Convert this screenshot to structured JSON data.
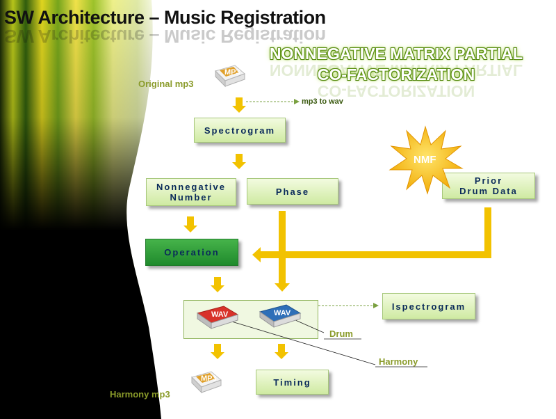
{
  "slide": {
    "title": "SW Architecture – Music Registration",
    "banner_line1": "NONNEGATIVE MATRIX PARTIAL",
    "banner_line2": "CO-FACTORIZATION"
  },
  "labels": {
    "original_mp3": "Original mp3",
    "mp3_to_wav": "mp3 to wav",
    "drum": "Drum",
    "harmony": "Harmony",
    "harmony_mp3": "Harmony mp3"
  },
  "boxes": {
    "spectrogram": "Spectrogram",
    "nonnegative_line1": "Nonnegative",
    "nonnegative_line2": "Number",
    "phase": "Phase",
    "prior_line1": "Prior",
    "prior_line2": "Drum Data",
    "operation": "Operation",
    "ispectrogram": "Ispectrogram",
    "timing": "Timing"
  },
  "icons": {
    "mp3_original": "MP3",
    "mp3_harmony": "MP3",
    "wav_drum": "WAV",
    "wav_harmony": "WAV",
    "nmf": "NMF"
  },
  "colors": {
    "arrow": "#f2c200",
    "box_text": "#0a2a5a",
    "label": "#8a9b2a",
    "wav_drum": "#d8322a",
    "wav_harmony": "#2e6fb8",
    "nmf_star": "#f7c40e"
  }
}
